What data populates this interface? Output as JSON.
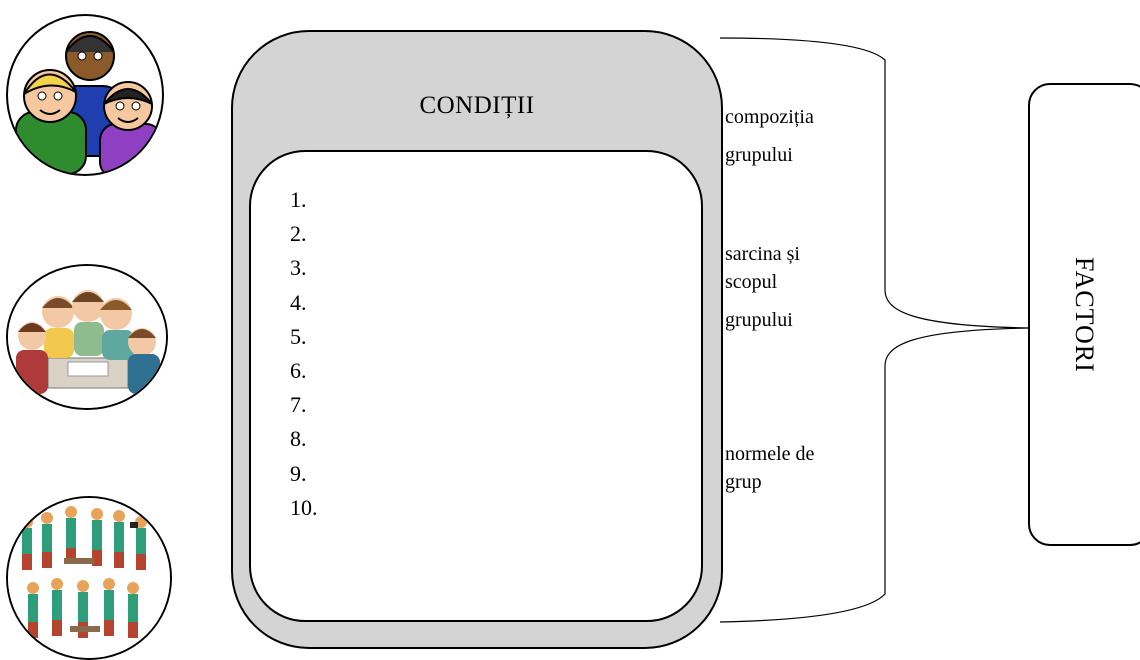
{
  "conditions": {
    "title": "CONDIȚII",
    "items": [
      "1.",
      "2.",
      "3.",
      "4.",
      "5.",
      "6.",
      "7.",
      "8.",
      "9.",
      "10."
    ]
  },
  "factors": [
    {
      "lines": [
        "compoziția",
        "grupului"
      ]
    },
    {
      "lines": [
        "sarcina și",
        "scopul",
        "grupului"
      ]
    },
    {
      "lines": [
        "normele de",
        "grup"
      ]
    }
  ],
  "factori_label": "FACTORI",
  "illustrations": [
    "group-of-people-icon",
    "students-at-table-icon",
    "classroom-students-icon"
  ]
}
